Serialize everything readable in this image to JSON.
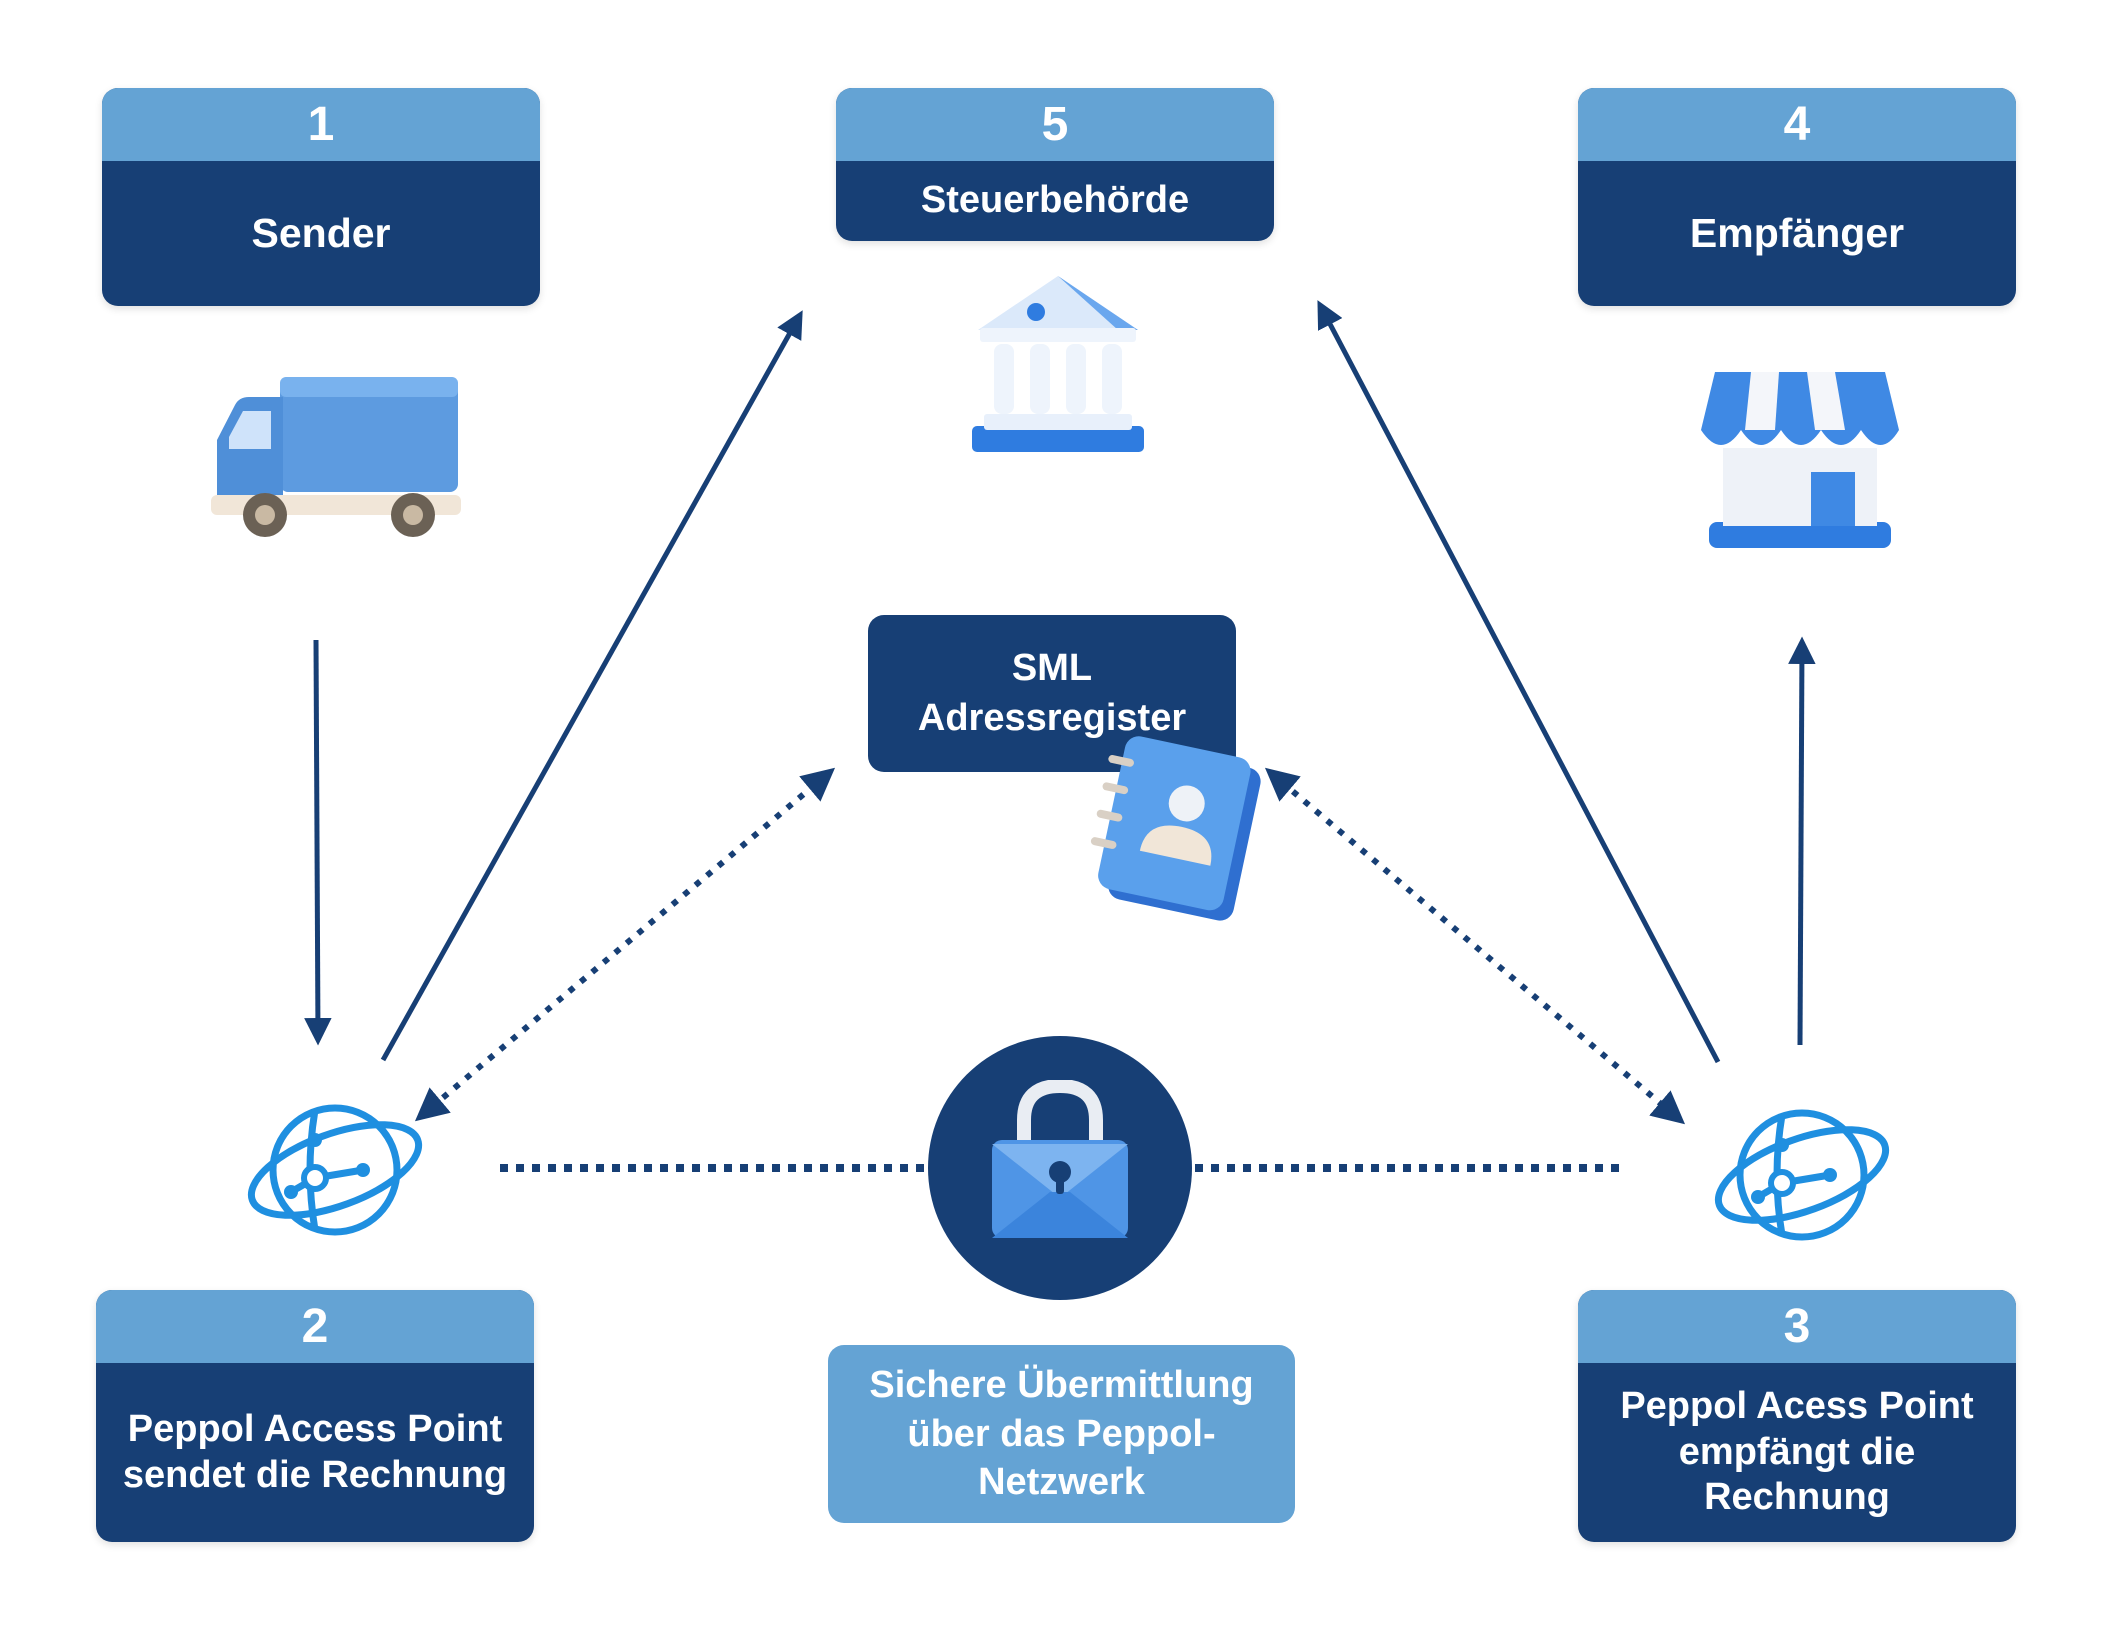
{
  "nodes": {
    "sender": {
      "number": "1",
      "label": "Sender"
    },
    "access_point_send": {
      "number": "2",
      "label": "Peppol Access Point sendet die Rechnung"
    },
    "access_point_receive": {
      "number": "3",
      "label": "Peppol Acess Point empfängt die Rechnung"
    },
    "receiver": {
      "number": "4",
      "label": "Empfänger"
    },
    "tax_authority": {
      "number": "5",
      "label": "Steuerbehörde"
    }
  },
  "registry": {
    "line1": "SML",
    "line2": "Adressregister"
  },
  "network_caption": "Sichere Übermittlung über das Peppol-Netzwerk",
  "icons": {
    "sender": "truck-icon",
    "tax_authority": "bank-building-icon",
    "receiver": "shop-icon",
    "registry": "address-book-icon",
    "access_points": "globe-network-icon",
    "network": "lock-envelope-icon"
  },
  "colors": {
    "navy": "#173f75",
    "light_blue": "#64a3d4",
    "icon_blue": "#1f8fe0"
  }
}
